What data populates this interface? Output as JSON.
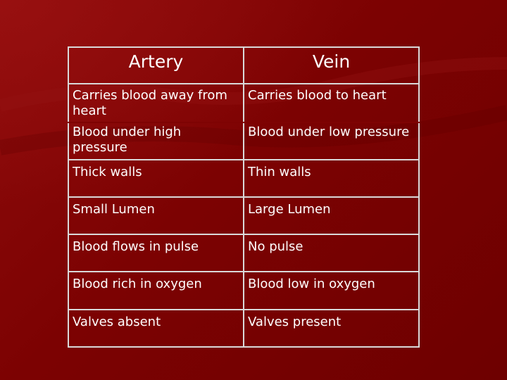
{
  "table": {
    "headers": [
      "Artery",
      "Vein"
    ],
    "rows": [
      [
        "Carries blood away from heart",
        "Carries blood to heart"
      ],
      [
        "Blood under high pressure",
        "Blood under low pressure"
      ],
      [
        "Thick walls",
        "Thin walls"
      ],
      [
        "Small Lumen",
        "Large Lumen"
      ],
      [
        "Blood flows in pulse",
        "No pulse"
      ],
      [
        "Blood rich in oxygen",
        "Blood low in oxygen"
      ],
      [
        "Valves absent",
        "Valves present"
      ]
    ]
  },
  "colors": {
    "background": "#7a0000",
    "text": "#ffffff",
    "border": "#d9d9d9"
  }
}
